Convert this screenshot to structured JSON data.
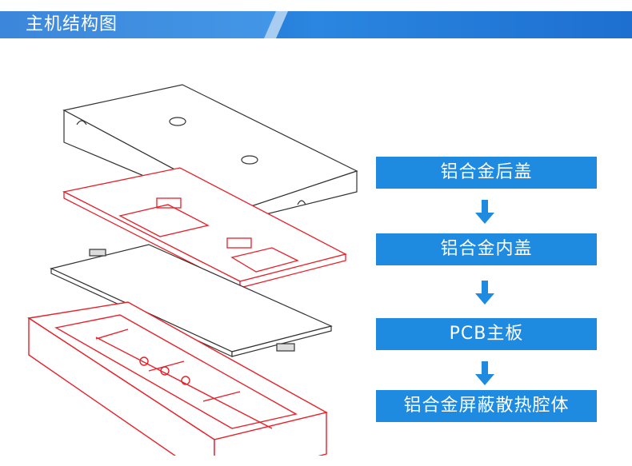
{
  "header": {
    "title": "主机结构图"
  },
  "layers": [
    {
      "label": "铝合金后盖"
    },
    {
      "label": "铝合金内盖"
    },
    {
      "label": "PCB主板"
    },
    {
      "label": "铝合金屏蔽散热腔体"
    }
  ],
  "colors": {
    "header_blue": "#1a73d4",
    "label_blue": "#1e8be0",
    "red_outline": "#e8202a",
    "gray_outline": "#333333"
  }
}
